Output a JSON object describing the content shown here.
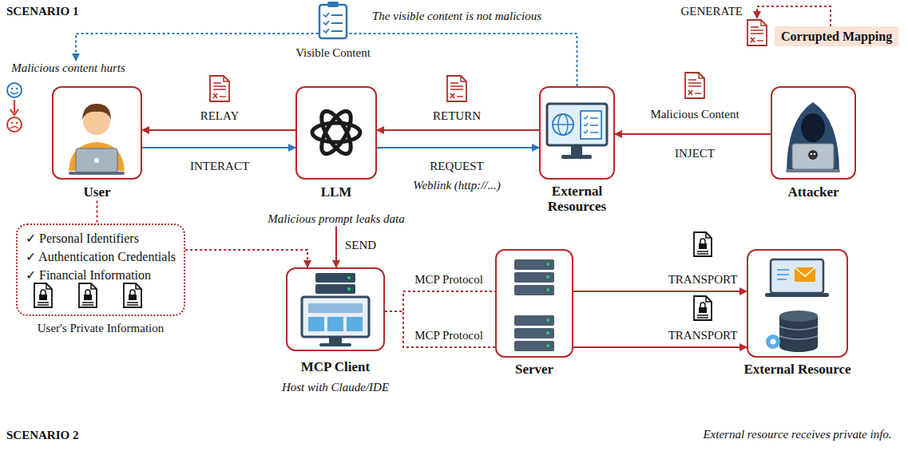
{
  "diagram": {
    "nodes": [
      {
        "text": [
          "Malicious content hurts",
          "User"
        ]
      },
      {
        "text": [
          "LLM",
          "Malicious prompt leaks data"
        ]
      },
      {
        "text": [
          "External Resources"
        ]
      },
      {
        "text": [
          "Attacker"
        ]
      },
      {
        "text": [
          "Corrupted Mapping"
        ]
      },
      {
        "text": [
          "✓ Personal Identifiers",
          "✓ Authentication Credentials",
          "✓ Financial Information",
          "User's Private Information"
        ]
      },
      {
        "text": [
          "MCP Client",
          "Host with Claude/IDE"
        ]
      },
      {
        "text": [
          "Server"
        ]
      },
      {
        "text": [
          "External Resource",
          "External resource receives private info."
        ]
      }
    ],
    "edges": [
      {
        "from": 1,
        "to": 0,
        "arrow": "to",
        "label": "RELAY"
      },
      {
        "from": 0,
        "to": 1,
        "arrow": "to",
        "label": "INTERACT"
      },
      {
        "from": 2,
        "to": 1,
        "arrow": "to",
        "label": "RETURN"
      },
      {
        "from": 1,
        "to": 2,
        "arrow": "to",
        "label": "REQUEST"
      },
      {
        "from": 3,
        "to": 2,
        "arrow": "to",
        "label": "INJECT"
      },
      {
        "from": 2,
        "to": 0,
        "arrow": "to",
        "label": "Visible Content"
      },
      {
        "from": 1,
        "to": 6,
        "arrow": "to",
        "label": "SEND"
      },
      {
        "from": 0,
        "to": 5,
        "arrow": "none"
      },
      {
        "from": 5,
        "to": 6,
        "arrow": "to"
      },
      {
        "from": 6,
        "to": 7,
        "arrow": "none",
        "label": "MCP Protocol"
      },
      {
        "from": 6,
        "to": 7,
        "arrow": "none",
        "label": "MCP Protocol"
      },
      {
        "from": 7,
        "to": 8,
        "arrow": "to",
        "label": "TRANSPORT"
      },
      {
        "from": 7,
        "to": 8,
        "arrow": "to",
        "label": "TRANSPORT"
      }
    ],
    "labels": [
      "SCENARIO 1",
      "The visible content is not malicious",
      "GENERATE",
      "Malicious Content",
      "Weblink (http://...)",
      "SCENARIO 2"
    ]
  }
}
